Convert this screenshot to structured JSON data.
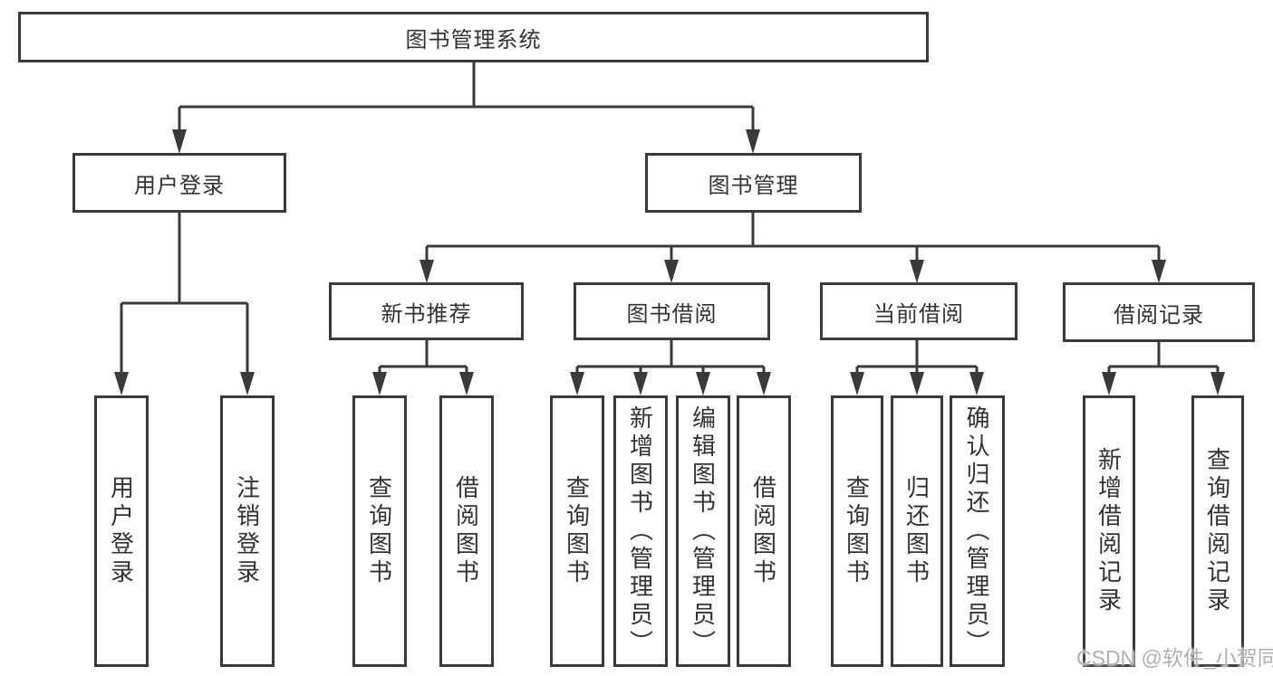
{
  "tree": {
    "root": "图书管理系统",
    "children": [
      {
        "label": "用户登录",
        "leaves": [
          "用户登录",
          "注销登录"
        ]
      },
      {
        "label": "图书管理",
        "children": [
          {
            "label": "新书推荐",
            "leaves": [
              "查询图书",
              "借阅图书"
            ]
          },
          {
            "label": "图书借阅",
            "leaves": [
              "查询图书",
              "新增图书（管理员）",
              "编辑图书（管理员）",
              "借阅图书"
            ]
          },
          {
            "label": "当前借阅",
            "leaves": [
              "查询图书",
              "归还图书",
              "确认归还（管理员）"
            ]
          },
          {
            "label": "借阅记录",
            "leaves": [
              "新增借阅记录",
              "查询借阅记录"
            ]
          }
        ]
      }
    ]
  },
  "watermark": "CSDN @软件_小贺同学",
  "colors": {
    "line": "#3a3a3a",
    "text": "#333333",
    "box_background": "#ffffff",
    "watermark": "#b0b0b0",
    "page_background": "#ffffff"
  }
}
